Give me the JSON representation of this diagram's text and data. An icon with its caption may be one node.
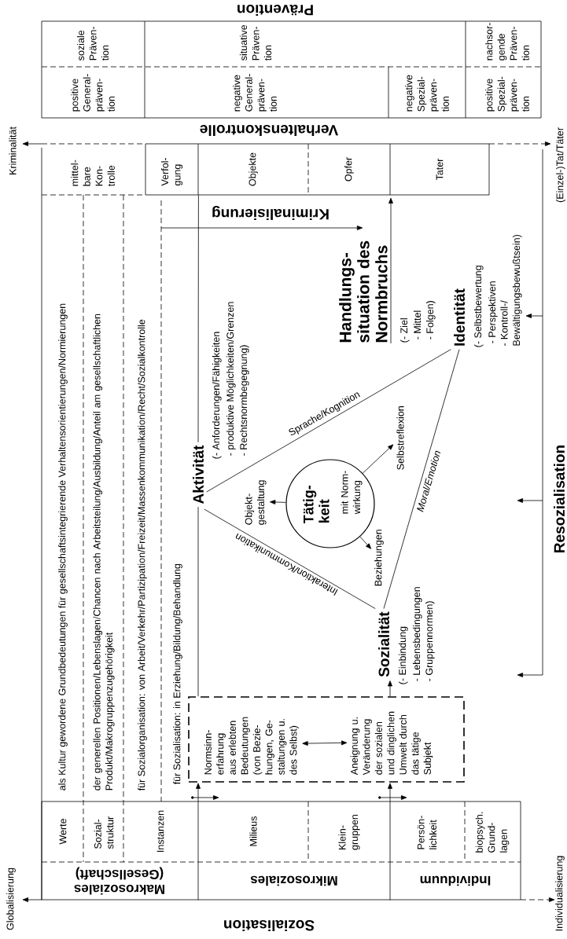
{
  "diagram": {
    "nodes": [
      {
        "text": [
          "Prävention"
        ]
      },
      {
        "text": [
          "soziale Präven- tion"
        ],
        "in": 0
      },
      {
        "text": [
          "situative Präven- tion"
        ],
        "in": 0
      },
      {
        "text": [
          "nachsor- gende Präven- tion"
        ],
        "in": 0
      },
      {
        "text": [
          "positive General- präven- tion"
        ],
        "in": 0
      },
      {
        "text": [
          "negative General- präven- tion"
        ],
        "in": 0
      },
      {
        "text": [
          "negative Spezial- präven- tion"
        ],
        "in": 0
      },
      {
        "text": [
          "positive Spezial- präven- tion"
        ],
        "in": 0
      },
      {
        "text": [
          "mittel- bare Kon- trolle"
        ]
      },
      {
        "text": [
          "Verfol- gung"
        ]
      },
      {
        "text": [
          "Objekte"
        ]
      },
      {
        "text": [
          "Opfer"
        ]
      },
      {
        "text": [
          "Tater"
        ]
      },
      {
        "text": [
          "als Kultur gewordene Grundbedeutungen für gesellschaftsintegrierende Verhaltensorientierungen/Normierungen"
        ]
      },
      {
        "text": [
          "der generellen Positionen/Lebenslagen/Chancen nach Arbeitsteilung/Ausbildung/Anteil am gesellschaftlichen Produkt/Makrogruppenzugehörigkeit"
        ]
      },
      {
        "text": [
          "für Sozialorganisation: von Arbeit/Verkehr/Partizipation/Freizeit/Massenkommunikation/Recht/Sozialkontrolle"
        ]
      },
      {
        "text": [
          "für Sozialisation: in Erziehung/Bildung/Behandlung"
        ]
      },
      {
        "text": [
          "Handlungs- situation des Normbruchs",
          "(- Ziel",
          "- Mittel",
          "- Folgen)"
        ]
      },
      {
        "text": [
          "Aktivität",
          "(- Anforderungen/Fähigkeiten",
          "- produktive Möglichkeiten/Grenzen",
          "- Rechtsnormbegegnung)"
        ]
      },
      {
        "text": [
          "Identität",
          "(- Selbstbewertung",
          "- Perspektiven",
          "- Kontroll-/ Bewältigungsbewußtsein)"
        ]
      },
      {
        "text": [
          "Tätig- keit",
          "mit Norm- wirkung"
        ]
      },
      {
        "text": [
          "Objekt- gestaltung"
        ]
      },
      {
        "text": [
          "Selbstreflexion"
        ]
      },
      {
        "text": [
          "Beziehungen"
        ]
      },
      {
        "text": [
          "Sozialität",
          "(- Einbindung",
          "- Lebensbedingungen",
          "- Gruppennormen)"
        ]
      },
      {
        "text": [],
        "shape": "box"
      },
      {
        "text": [
          "Normsinn- erfahrung aus erlebten Bedeutungen (von Bezie- hungen, Ge- staltungen u. des Selbst)"
        ],
        "in": 25
      },
      {
        "text": [
          "Aneignung u. Veränderung der sozialen und dinglichen Umwelt durch das tätige Subjekt"
        ],
        "in": 25
      },
      {
        "text": [
          "Sozialisation"
        ]
      },
      {
        "text": [
          "Werte"
        ],
        "in": 28
      },
      {
        "text": [
          "Sozial- struktur"
        ],
        "in": 28
      },
      {
        "text": [
          "Instanzen"
        ],
        "in": 28
      },
      {
        "text": [
          "Milieus"
        ],
        "in": 28
      },
      {
        "text": [
          "Klein- gruppen"
        ],
        "in": 28
      },
      {
        "text": [
          "Persön- lichkeit"
        ],
        "in": 28
      },
      {
        "text": [
          "biopsych. Grund- lagen"
        ],
        "in": 28
      },
      {
        "text": [
          "Makrosoziales (Gesellschaft)"
        ],
        "in": 28
      },
      {
        "text": [
          "Mikrosoziales"
        ],
        "in": 28
      },
      {
        "text": [
          "Individuum"
        ],
        "in": 28
      }
    ],
    "edges": [
      {
        "from": null,
        "to": 17,
        "arrow": "to",
        "label": "Kriminalisierung"
      },
      {
        "from": 17,
        "to": null,
        "arrow": "to"
      },
      {
        "from": 18,
        "to": 19,
        "arrow": "none",
        "label": "Sprache/Kognition"
      },
      {
        "from": 18,
        "to": 24,
        "arrow": "none",
        "label": "Interaktion/Kommunikation"
      },
      {
        "from": 24,
        "to": 19,
        "arrow": "none",
        "label": "Moral/Emotion"
      },
      {
        "from": 20,
        "to": 21,
        "arrow": "to"
      },
      {
        "from": 20,
        "to": 22,
        "arrow": "to"
      },
      {
        "from": 20,
        "to": 23,
        "arrow": "to"
      },
      {
        "from": 9,
        "to": 18,
        "arrow": "none"
      },
      {
        "from": 18,
        "to": 25,
        "arrow": "none"
      },
      {
        "from": 28,
        "to": 25,
        "arrow": "to"
      },
      {
        "from": 28,
        "to": 25,
        "arrow": "to"
      },
      {
        "from": 25,
        "to": 24,
        "arrow": "to"
      },
      {
        "from": 26,
        "to": 27,
        "arrow": "both"
      }
    ],
    "labels": [
      "Verhaltenskontrolle",
      "Kriminalität",
      "(Einzel-)Tat/Täter",
      "Resozialisation",
      "Globalisierung",
      "Individualisierung"
    ]
  }
}
